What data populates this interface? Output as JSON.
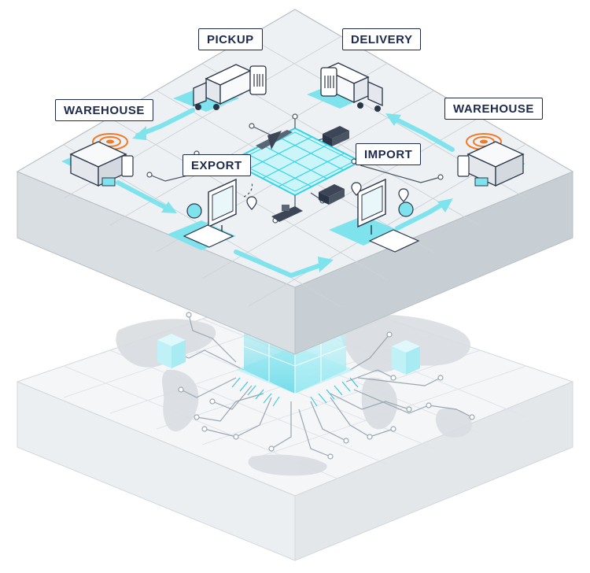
{
  "labels": {
    "pickup": "PICKUP",
    "delivery": "DELIVERY",
    "warehouse_left": "WAREHOUSE",
    "warehouse_right": "WAREHOUSE",
    "export": "EXPORT",
    "import": "IMPORT"
  },
  "colors": {
    "navy": "#1d2a4d",
    "cyan": "#35d3e6",
    "cyan_light": "#aef0f6",
    "platform_top": "#eef1f3",
    "platform_side": "#d5dade",
    "platform_front": "#c5cbd0",
    "grid": "#c9cfd4",
    "warning": "#f07a2a"
  },
  "icons": {
    "truck": "truck-icon",
    "phone": "mobile-barcode-icon",
    "warehouse": "warehouse-icon",
    "computer": "computer-monitor-icon",
    "globe": "globe-icon",
    "airplane": "airplane-icon",
    "ship": "cargo-ship-icon",
    "van": "delivery-van-icon",
    "location": "location-pin-icon"
  }
}
